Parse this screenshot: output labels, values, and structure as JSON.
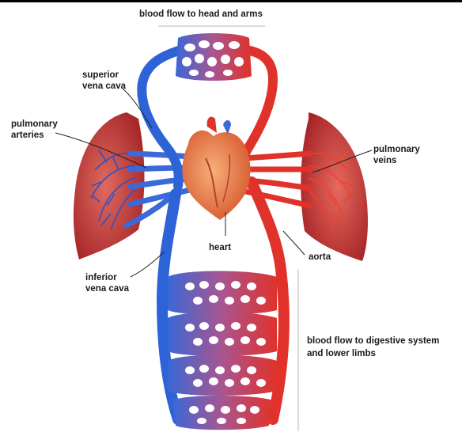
{
  "labels": {
    "top_flow": "blood flow to head and arms",
    "superior_vena_cava_1": "superior",
    "superior_vena_cava_2": "vena cava",
    "pulmonary_arteries_1": "pulmonary",
    "pulmonary_arteries_2": "arteries",
    "pulmonary_veins_1": "pulmonary",
    "pulmonary_veins_2": "veins",
    "heart": "heart",
    "aorta": "aorta",
    "inferior_vena_cava_1": "inferior",
    "inferior_vena_cava_2": "vena cava",
    "bottom_flow_1": "blood flow to digestive system",
    "bottom_flow_2": "and lower limbs"
  },
  "colors": {
    "deoxygenated": "#2e63d8",
    "oxygenated": "#e02a1f",
    "capillary_mix": "#b04a8a",
    "lung": "#c9403c",
    "heart": "#e88550"
  }
}
